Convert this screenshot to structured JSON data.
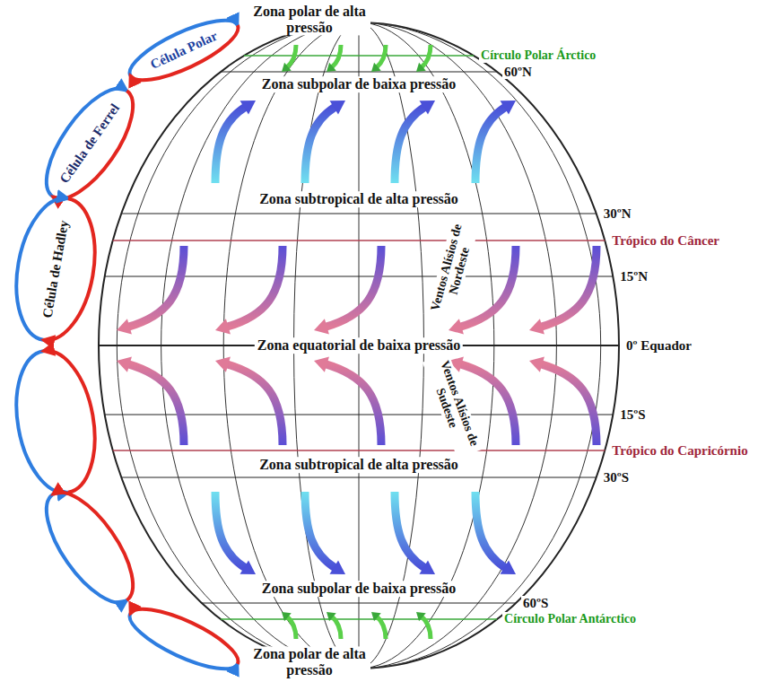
{
  "diagram": {
    "labels": [
      "Zona polar de alta pressão",
      "Célula Polar",
      "Círculo Polar Árctico",
      "60ºN",
      "Célula de Ferrel",
      "Zona subpolar de baixa pressão",
      "Célula de Hadley",
      "Zona subtropical de alta pressão",
      "30ºN",
      "Trópico do Câncer",
      "15ºN",
      "Ventos Alísios de Nordeste",
      "0º Equador",
      "Zona equatorial de baixa pressão",
      "Ventos Alísios de Sudeste",
      "15ºS",
      "Trópico do Capricórnio",
      "Zona subtropical de alta pressão",
      "30ºS",
      "Zona subpolar de baixa pressão",
      "60ºS",
      "Círculo Polar Antárctico",
      "Zona polar de alta pressão"
    ]
  }
}
